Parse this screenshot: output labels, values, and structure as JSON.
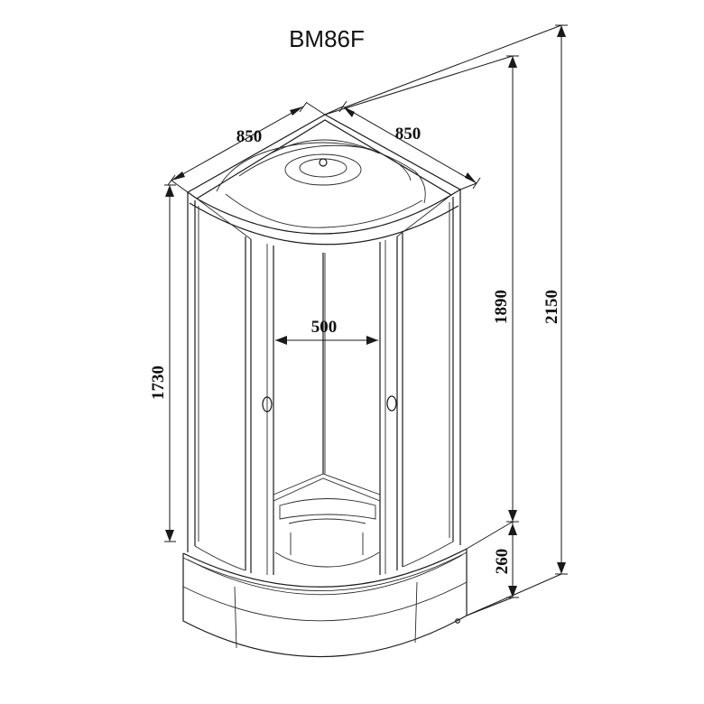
{
  "title": "BM86F",
  "dimensions": {
    "width_left": "850",
    "width_right": "850",
    "door_opening": "500",
    "cabin_height": "1730",
    "wall_height": "1890",
    "total_height": "2150",
    "tray_height": "260"
  }
}
